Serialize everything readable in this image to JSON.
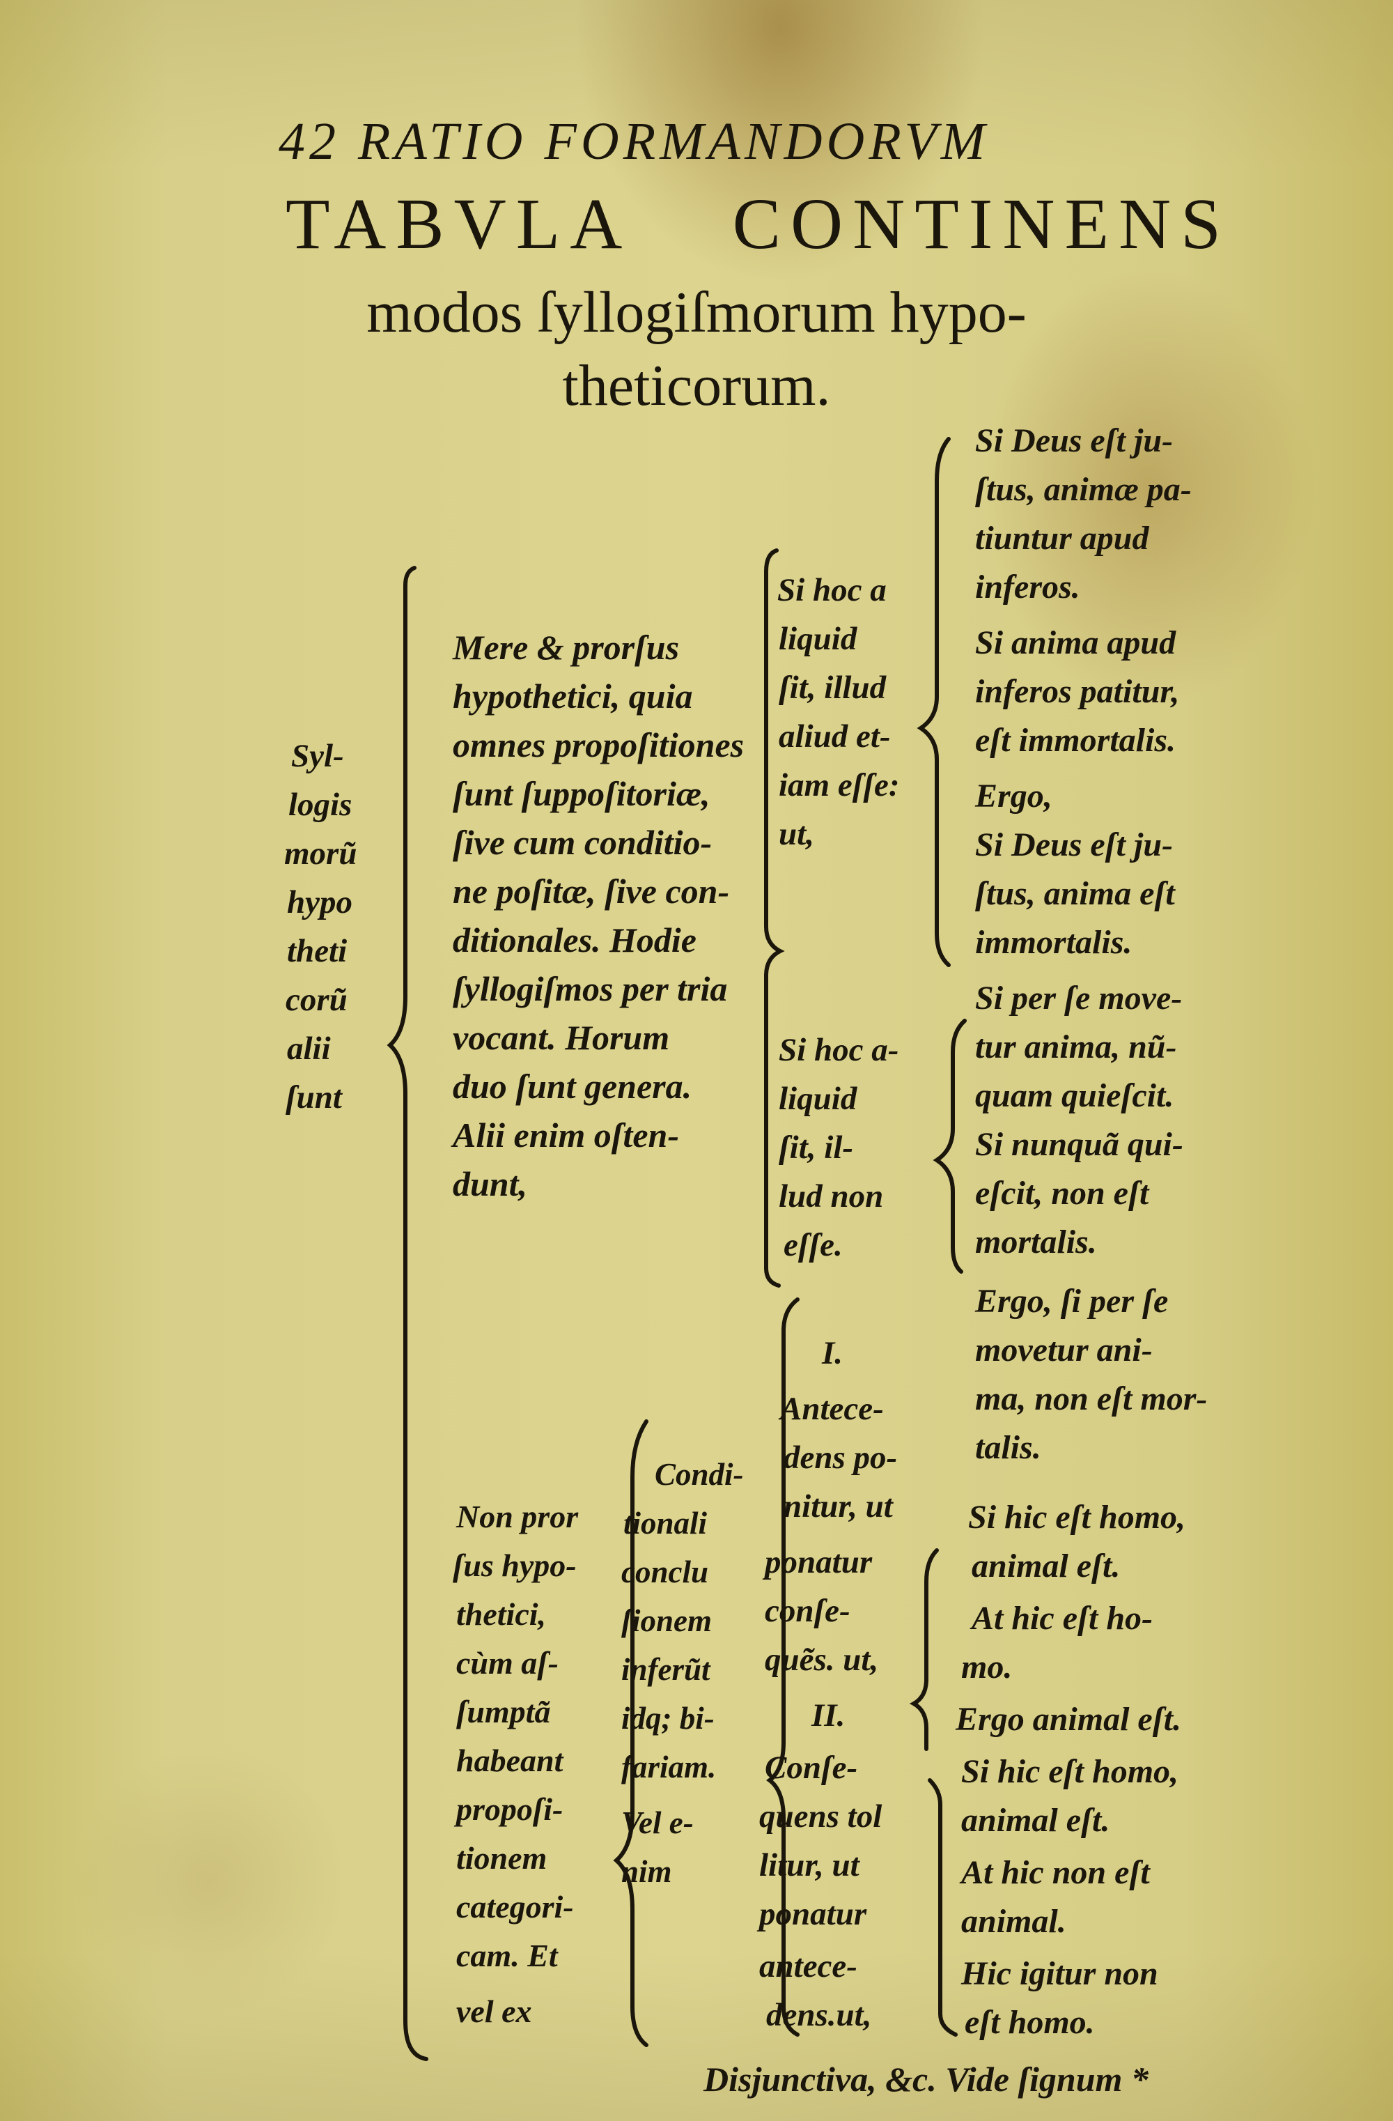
{
  "page": {
    "number": "42",
    "running_head": "RATIO FORMANDORVM",
    "title_line_1": "TABVLA CONTINENS",
    "title_line_2": "modos ſyllogiſmorum hypo-",
    "title_line_3": "theticorum."
  },
  "table": {
    "root_lines": [
      "Syl-",
      "logis",
      "morũ",
      "hypo",
      "theti",
      "corũ",
      "alii",
      "ſunt"
    ],
    "mere_lines": [
      "Mere & prorſus",
      "hypothetici, quia",
      "omnes propoſitiones",
      "ſunt ſuppoſitoriæ,",
      "ſive cum conditio-",
      "ne poſitæ, ſive con-",
      "ditionales. Hodie",
      "ſyllogiſmos per tria",
      "vocant. Horum",
      "duo ſunt genera.",
      "Alii enim oſten-",
      "dunt,"
    ],
    "si_hoc_a_lines": [
      "Si hoc a",
      "liquid",
      "ſit, illud",
      "aliud et-",
      "iam eſſe:",
      "ut,"
    ],
    "si_hoc_b_lines": [
      "Si hoc a-",
      "liquid",
      "ſit, il-",
      "lud non",
      "eſſe."
    ],
    "ex1_lines": [
      "Si Deus eſt ju-",
      "ſtus, animæ pa-",
      "tiuntur apud",
      "inferos.",
      "Si anima apud",
      "inferos patitur,",
      "eſt immortalis.",
      "Ergo,",
      "Si Deus eſt ju-",
      "ſtus, anima eſt",
      "immortalis."
    ],
    "ex2_lines": [
      "Si per ſe move-",
      "tur anima, nũ-",
      "quam quieſcit.",
      "Si nunquã qui-",
      "eſcit, non eſt",
      "mortalis.",
      "Ergo, ſi per ſe",
      "movetur ani-",
      "ma, non eſt mor-",
      "talis."
    ],
    "non_prorsus_lines": [
      "Non pror",
      "ſus hypo-",
      "thetici,",
      "cùm aſ-",
      "ſumptã",
      "habeant",
      "propoſi-",
      "tionem",
      "categori-",
      "cam. Et",
      "vel ex"
    ],
    "conditionali_lines": [
      "Condi-",
      "tionali",
      "conclu",
      "ſionem",
      "inferũt",
      "idq; bi-",
      "fariam.",
      "Vel e-",
      "nim"
    ],
    "modes_lines": [
      "I.",
      "Antece-",
      "dens po-",
      "nitur, ut",
      "ponatur",
      "conſe-",
      "quẽs. ut,",
      "II.",
      "Conſe-",
      "quens tol",
      "litur, ut",
      "ponatur",
      "antece-",
      "dens.ut,"
    ],
    "ex3_lines": [
      "Si hic eſt homo,",
      "animal eſt.",
      "At hic eſt ho-",
      "mo.",
      "Ergo animal eſt.",
      "Si hic eſt homo,",
      "animal eſt.",
      "At hic non eſt",
      "animal.",
      "Hic igitur non",
      "eſt homo."
    ]
  },
  "footer": "Disjunctiva, &c. Vide ſignum *"
}
